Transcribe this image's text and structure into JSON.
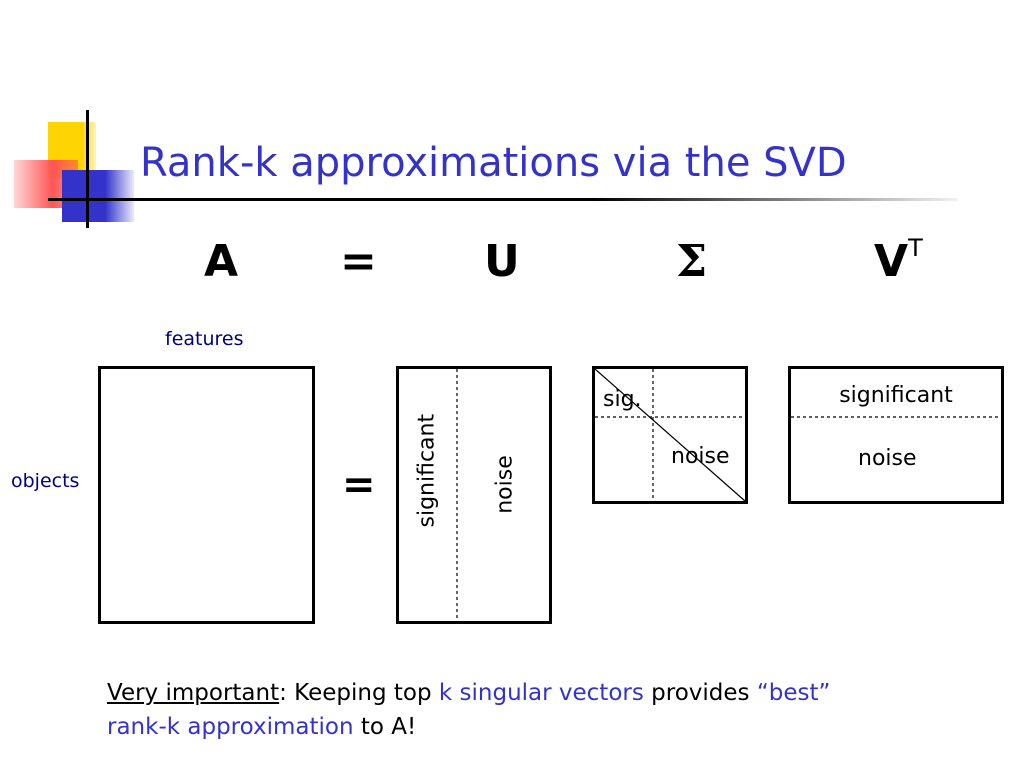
{
  "slide": {
    "title": "Rank-k approximations via the SVD",
    "equation": {
      "A": "A",
      "eq": "=",
      "U": "U",
      "sigma": "Σ",
      "V": "V",
      "V_sup": "T"
    },
    "labels": {
      "features": "features",
      "objects": "objects",
      "middle_equals": "="
    },
    "U_matrix": {
      "left": "significant",
      "right": "noise"
    },
    "sigma_matrix": {
      "top_left": "sig.",
      "bottom_right": "noise"
    },
    "Vt_matrix": {
      "top": "significant",
      "bottom": "noise"
    },
    "note": {
      "part1": "Very important",
      "part2": ": Keeping top ",
      "part3": "k singular vectors",
      "part4": " provides ",
      "part5": "“best”",
      "part6": "rank-k approximation",
      "part7": " to A!"
    },
    "colors": {
      "title": "#3333cc",
      "highlight": "#3333cc",
      "label": "#000080"
    }
  }
}
